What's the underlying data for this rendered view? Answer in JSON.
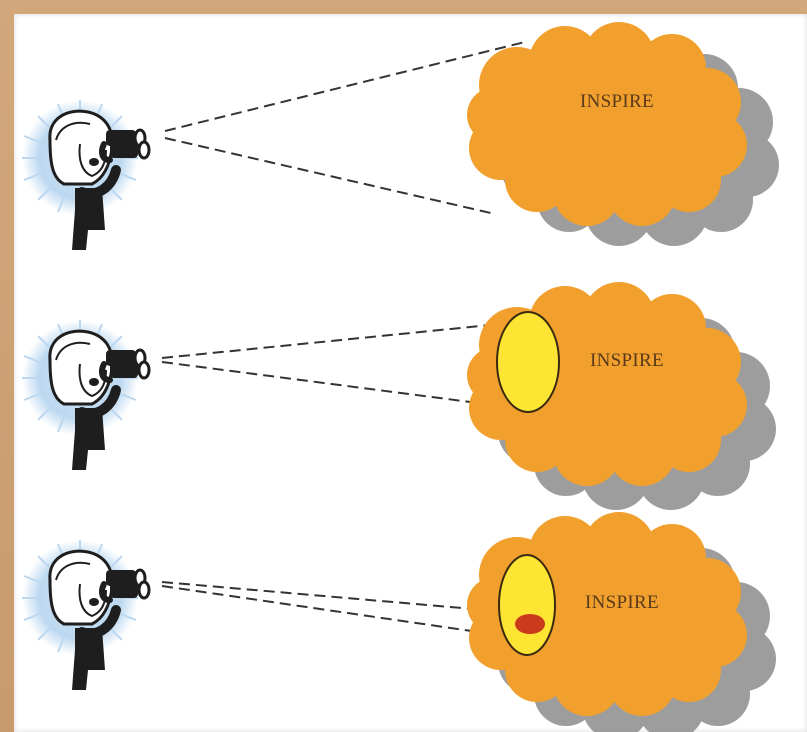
{
  "panels": [
    {
      "label": "INSPIRE",
      "stage": "whole-cloud"
    },
    {
      "label": "INSPIRE",
      "stage": "focus-region"
    },
    {
      "label": "INSPIRE",
      "stage": "focus-point"
    }
  ],
  "colors": {
    "cloud": "#f2a02d",
    "cloud_shadow": "#8a8a8a",
    "focus_region": "#ffe533",
    "focus_point": "#cc3a1e",
    "glow": "#bcd8f0",
    "sightline": "#333333",
    "background_frame": "#d3a77c"
  },
  "icons": [
    "person-with-binoculars-icon"
  ]
}
